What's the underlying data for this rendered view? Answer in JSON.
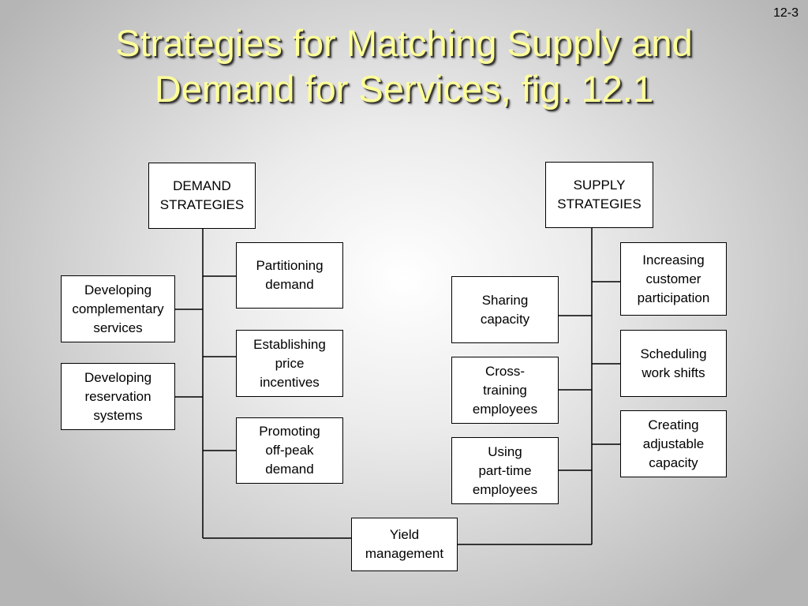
{
  "slide": {
    "number": "12-3",
    "title_line1": "Strategies for Matching Supply and",
    "title_line2": "Demand for Services, fig. 12.1",
    "title_color": "#ffff99"
  },
  "diagram": {
    "demand_root": "DEMAND\nSTRATEGIES",
    "supply_root": "SUPPLY\nSTRATEGIES",
    "demand_strategies": [
      "Partitioning\ndemand",
      "Developing\ncomplementary\nservices",
      "Establishing\nprice\nincentives",
      "Developing\nreservation\nsystems",
      "Promoting\noff-peak\ndemand"
    ],
    "supply_strategies": [
      "Increasing\ncustomer\nparticipation",
      "Sharing\ncapacity",
      "Scheduling\nwork shifts",
      "Cross-\ntraining\nemployees",
      "Creating\nadjustable\ncapacity",
      "Using\npart-time\nemployees"
    ],
    "shared_strategy": "Yield\nmanagement"
  }
}
